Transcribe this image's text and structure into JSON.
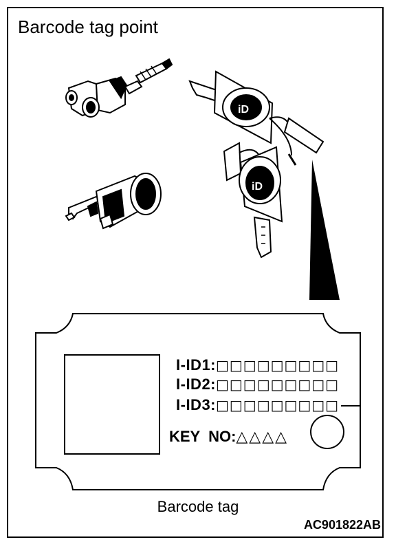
{
  "title": "Barcode tag point",
  "tag": {
    "rows": [
      {
        "label": "I-ID1:",
        "boxes": "□□□□□□□□□"
      },
      {
        "label": "I-ID2:",
        "boxes": "□□□□□□□□□"
      },
      {
        "label": "I-ID3:",
        "boxes": "□□□□□□□□□"
      }
    ],
    "key_label": "KEY  NO:",
    "key_value": "△△△△"
  },
  "caption": "Barcode tag",
  "figure_code": "AC901822AB",
  "icons": [
    "lock-cylinder-icon",
    "ignition-cylinder-icon",
    "key-with-tag-icon",
    "pointer-arrow-icon",
    "barcode-square-icon",
    "key-circle-icon"
  ]
}
